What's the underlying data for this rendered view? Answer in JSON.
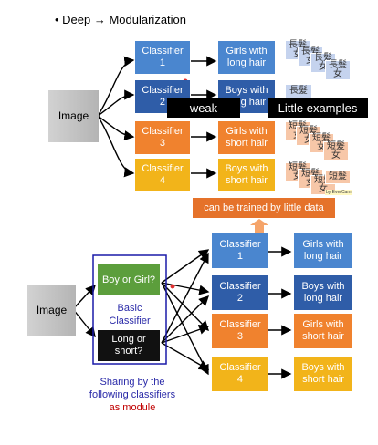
{
  "title": "• Deep → Modularization",
  "top": {
    "image_label": "Image",
    "classifiers": [
      "Classifier\n1",
      "Classifier\n2",
      "Classifier\n3",
      "Classifier\n4"
    ],
    "outputs": [
      "Girls with\nlong hair",
      "Boys with\nlong hair",
      "Girls with\nshort hair",
      "Boys with\nshort hair"
    ],
    "weak_label": "weak",
    "little_examples_label": "Little examples",
    "stamp_long": "長髮\n女",
    "stamp_long_short": "長髮",
    "stamp_short": "短髮\n女",
    "stamp_short_small": "短髮",
    "watermark": "by EverCam"
  },
  "banner": "can be trained by little data",
  "bottom": {
    "image_label": "Image",
    "boy_or_girl": "Boy or Girl?",
    "basic_classifier": "Basic\nClassifier",
    "long_or_short": "Long or\nshort?",
    "sharing_line1": "Sharing by the",
    "sharing_line2": "following classifiers",
    "sharing_line3": "as module",
    "classifiers": [
      "Classifier\n1",
      "Classifier\n2",
      "Classifier\n3",
      "Classifier\n4"
    ],
    "outputs": [
      "Girls with\nlong hair",
      "Boys with\nlong hair",
      "Girls with\nshort hair",
      "Boys with\nshort hair"
    ]
  },
  "colors": {
    "classifier_1": "#4a86cf",
    "classifier_2": "#2f5da8",
    "classifier_3": "#f0822e",
    "classifier_4": "#f2b41a",
    "basic_top": "#5c9e3c",
    "basic_bottom": "#111111",
    "module_border": "#1a1aa8"
  }
}
